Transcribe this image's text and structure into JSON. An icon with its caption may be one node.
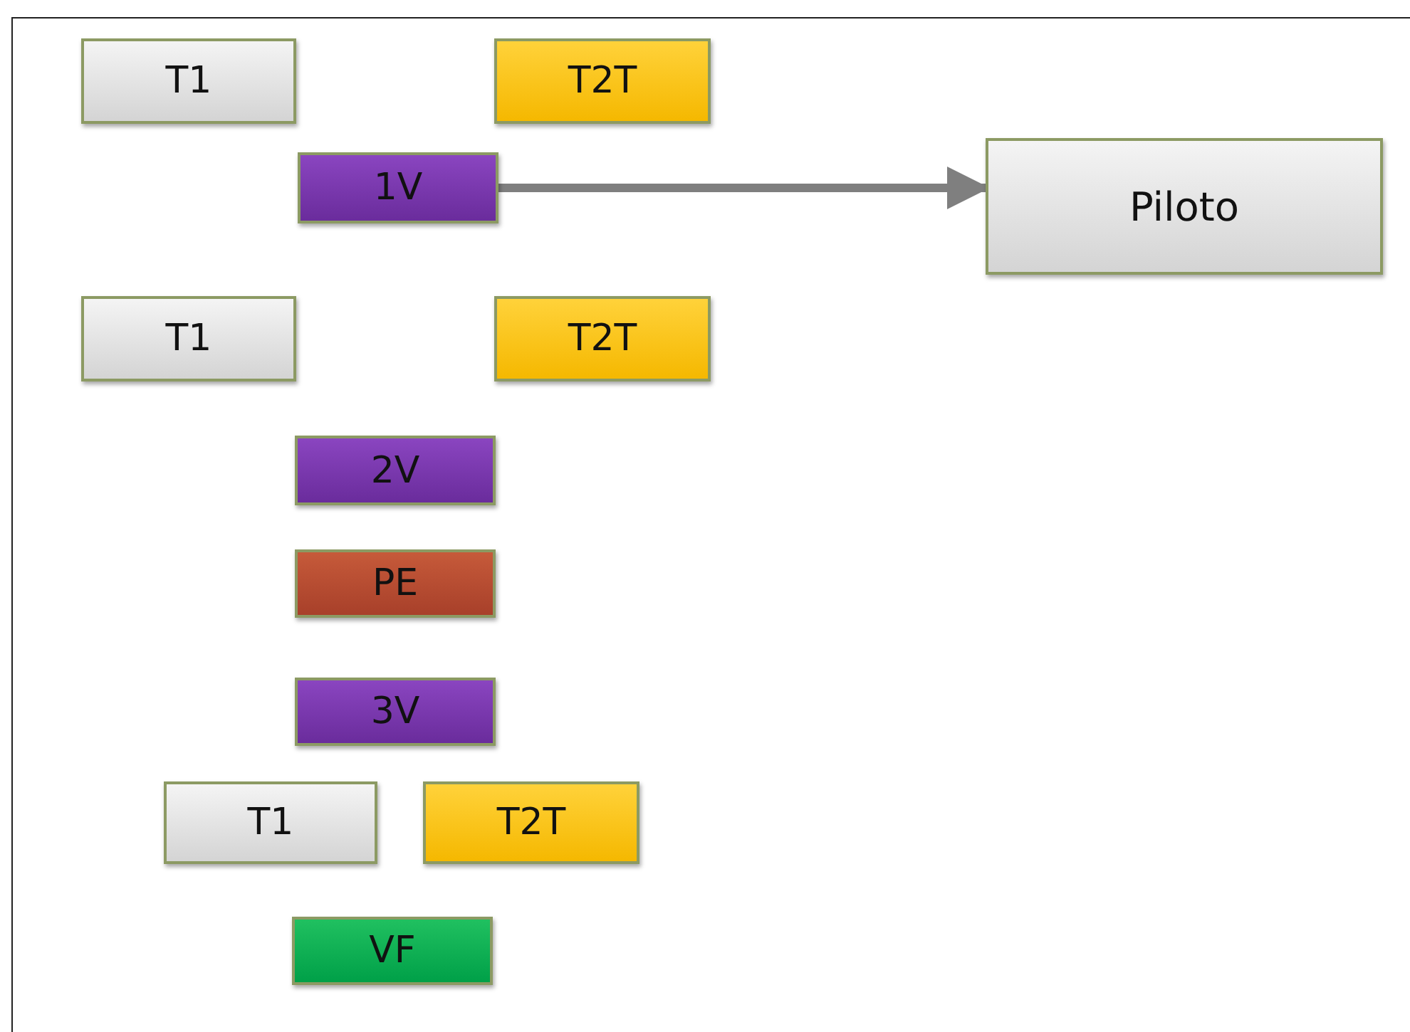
{
  "diagram": {
    "nodes": [
      {
        "text": [
          "T1"
        ]
      },
      {
        "text": [
          "T2T"
        ]
      },
      {
        "text": [
          "1V"
        ]
      },
      {
        "text": [
          "Piloto"
        ]
      },
      {
        "text": [
          "T1"
        ]
      },
      {
        "text": [
          "T2T"
        ]
      },
      {
        "text": [
          "2V"
        ]
      },
      {
        "text": [
          "PE"
        ]
      },
      {
        "text": [
          "3V"
        ]
      },
      {
        "text": [
          "T1"
        ]
      },
      {
        "text": [
          "T2T"
        ]
      },
      {
        "text": [
          "VF"
        ]
      }
    ],
    "edges": [
      {
        "from": 2,
        "to": 3,
        "arrow": "to"
      }
    ]
  }
}
